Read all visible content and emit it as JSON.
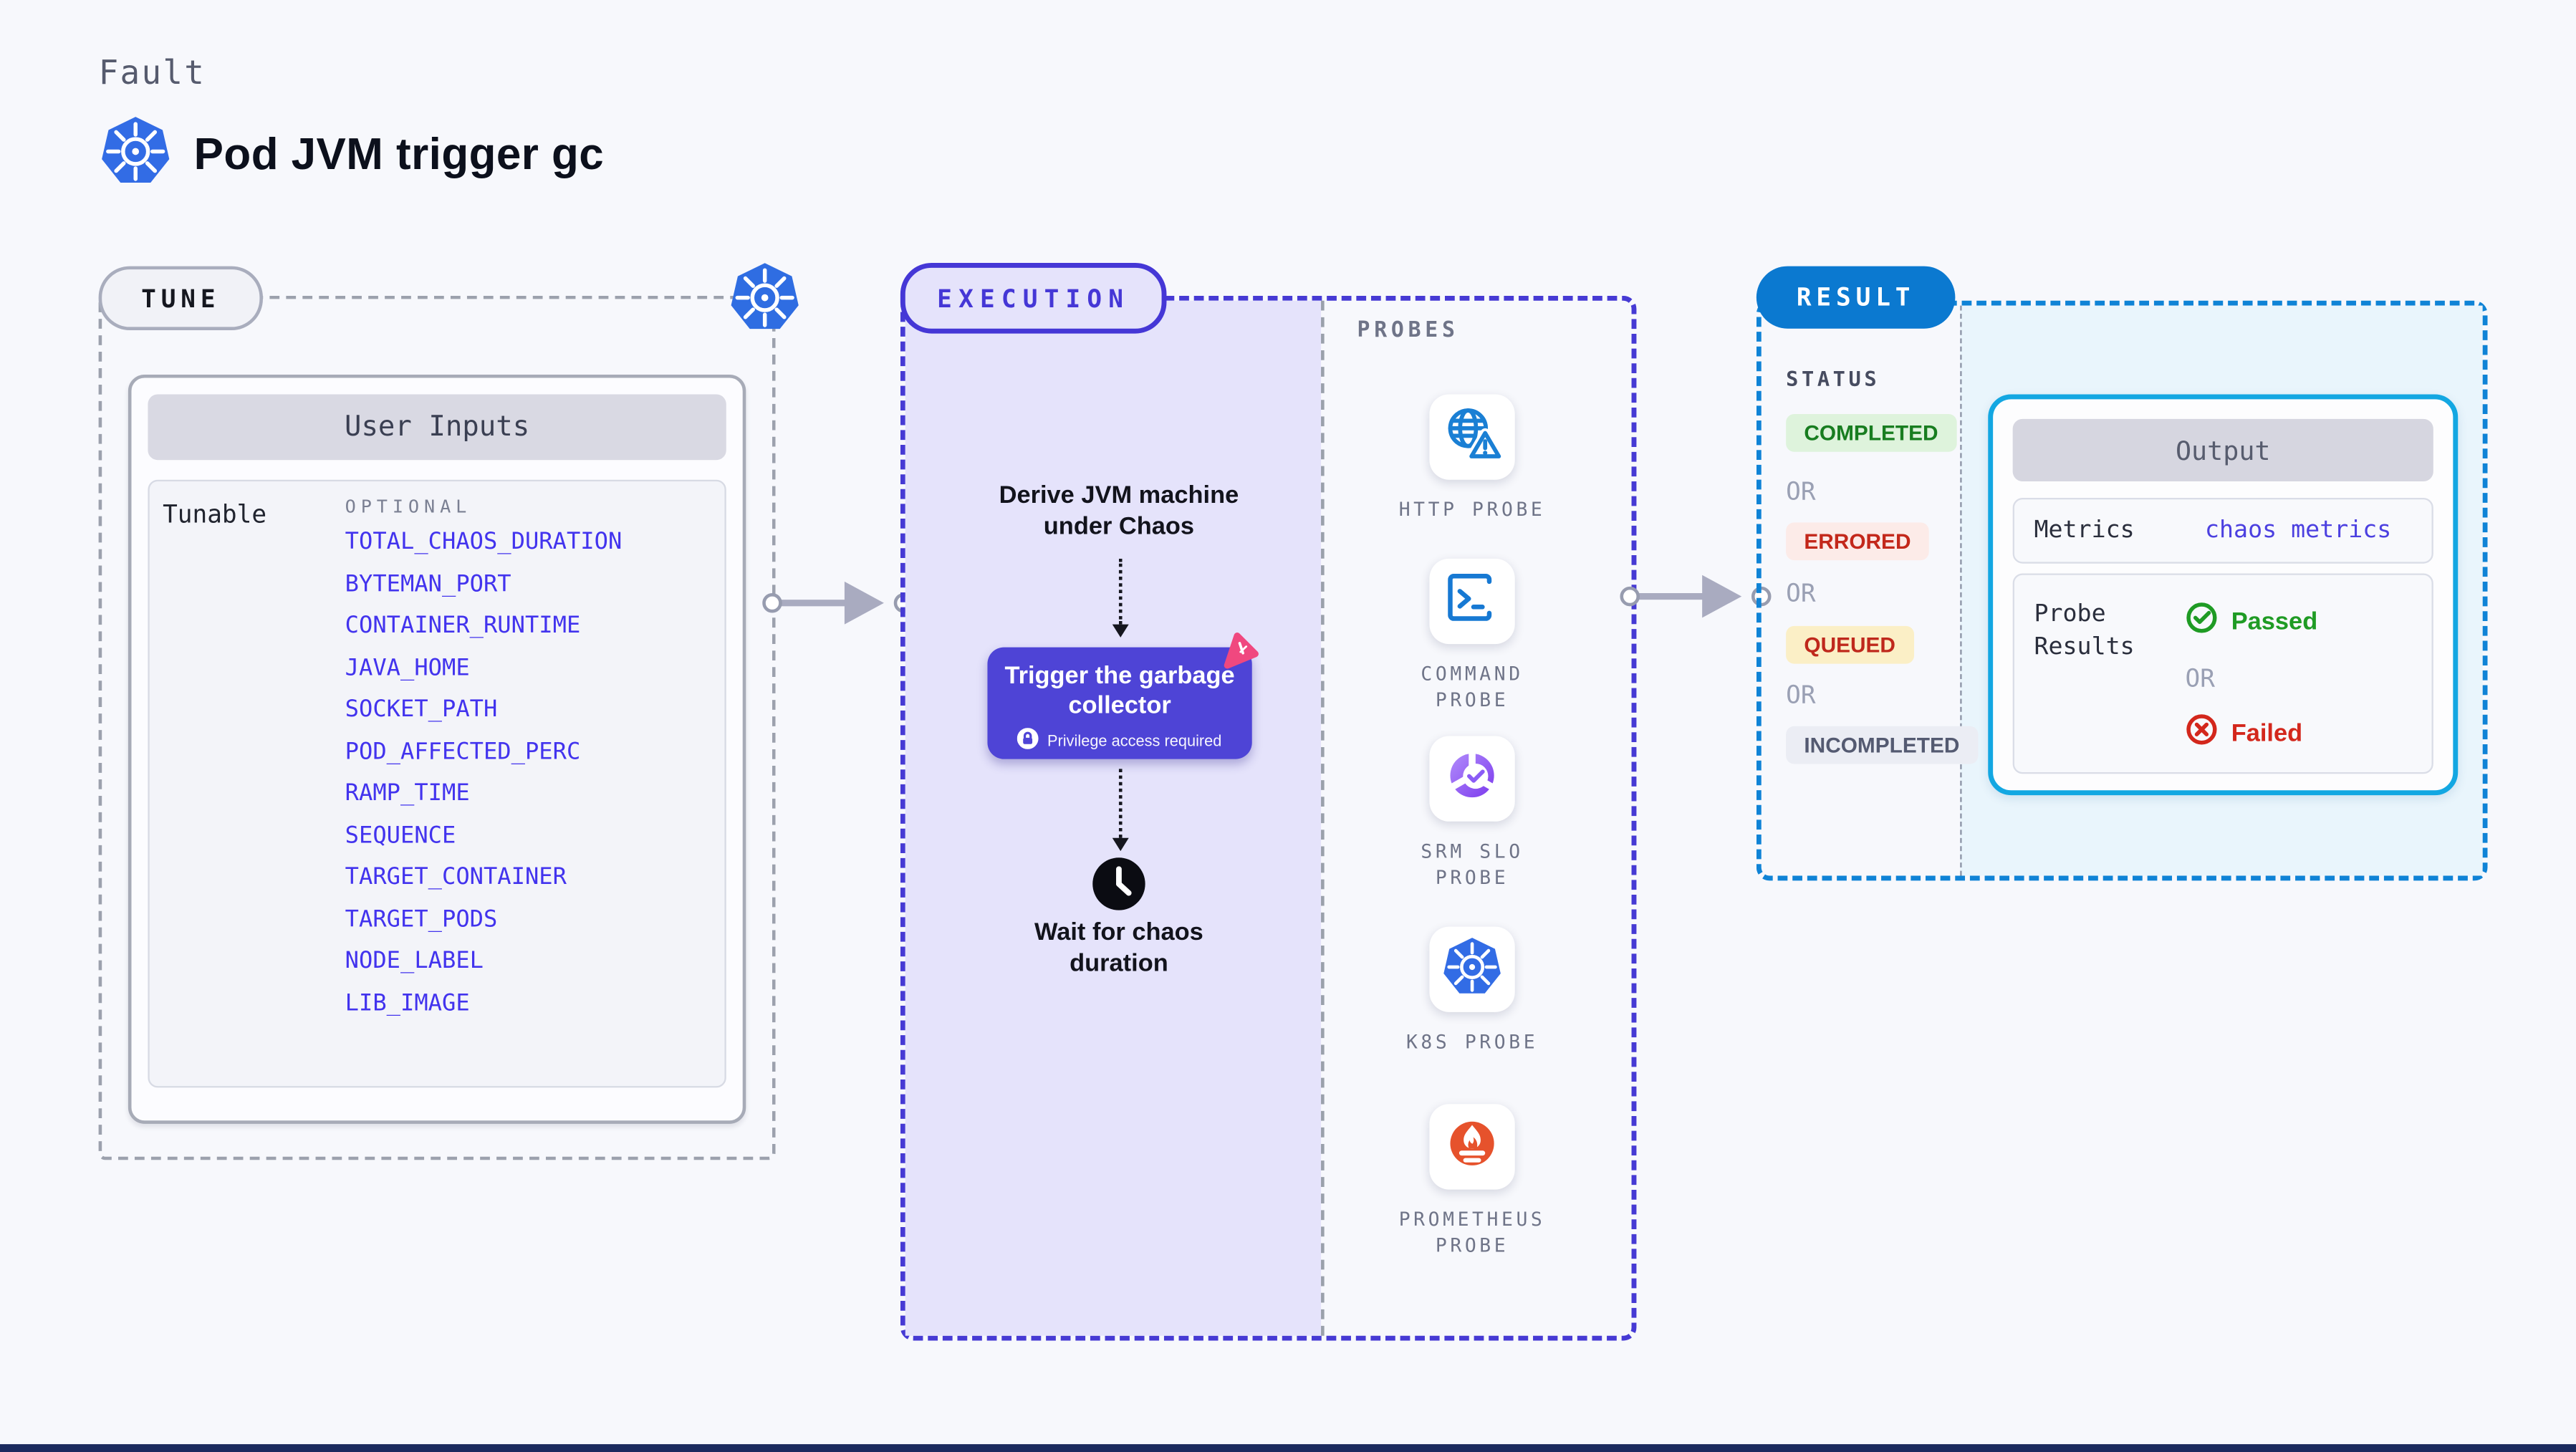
{
  "page": {
    "kicker": "Fault",
    "title": "Pod JVM trigger gc"
  },
  "tune": {
    "badge": "TUNE",
    "panel_title": "User Inputs",
    "row_label": "Tunable",
    "column_label": "OPTIONAL",
    "tunables": [
      "TOTAL_CHAOS_DURATION",
      "BYTEMAN_PORT",
      "CONTAINER_RUNTIME",
      "JAVA_HOME",
      "SOCKET_PATH",
      "POD_AFFECTED_PERC",
      "RAMP_TIME",
      "SEQUENCE",
      "TARGET_CONTAINER",
      "TARGET_PODS",
      "NODE_LABEL",
      "LIB_IMAGE"
    ]
  },
  "execution": {
    "badge": "EXECUTION",
    "step_derive": "Derive JVM machine under Chaos",
    "action_label": "Trigger the garbage collector",
    "action_note": "Privilege access required",
    "step_wait": "Wait for chaos duration"
  },
  "probes": {
    "label": "PROBES",
    "items": [
      {
        "name": "HTTP PROBE",
        "icon": "globe-alert-icon"
      },
      {
        "name": "COMMAND PROBE",
        "icon": "terminal-icon"
      },
      {
        "name": "SRM SLO PROBE",
        "icon": "slo-donut-check-icon"
      },
      {
        "name": "K8S PROBE",
        "icon": "kubernetes-icon"
      },
      {
        "name": "PROMETHEUS PROBE",
        "icon": "prometheus-icon"
      }
    ]
  },
  "result": {
    "badge": "RESULT",
    "status_label": "STATUS",
    "or_label": "OR",
    "statuses": [
      "COMPLETED",
      "ERRORED",
      "QUEUED",
      "INCOMPLETED"
    ],
    "output": {
      "title": "Output",
      "metrics_label": "Metrics",
      "metrics_value": "chaos metrics",
      "probe_results_label": "Probe Results",
      "passed": "Passed",
      "failed": "Failed"
    }
  },
  "colors": {
    "page_bg": "#f7f8fc",
    "tunable_link": "#4233ee",
    "execution_accent": "#4537d6",
    "execution_fill": "#e5e3fb",
    "result_accent": "#0b79d0",
    "output_border": "#13a7e2",
    "completed_green": "#187d20",
    "errored_red": "#c3281b",
    "queued_yellow_bg": "#fbefc6",
    "passed_green": "#1f9b24",
    "failed_red": "#d3271c",
    "kubernetes_blue": "#326ce5",
    "prometheus_orange": "#e6522c",
    "cursor_pink": "#f0487f"
  }
}
